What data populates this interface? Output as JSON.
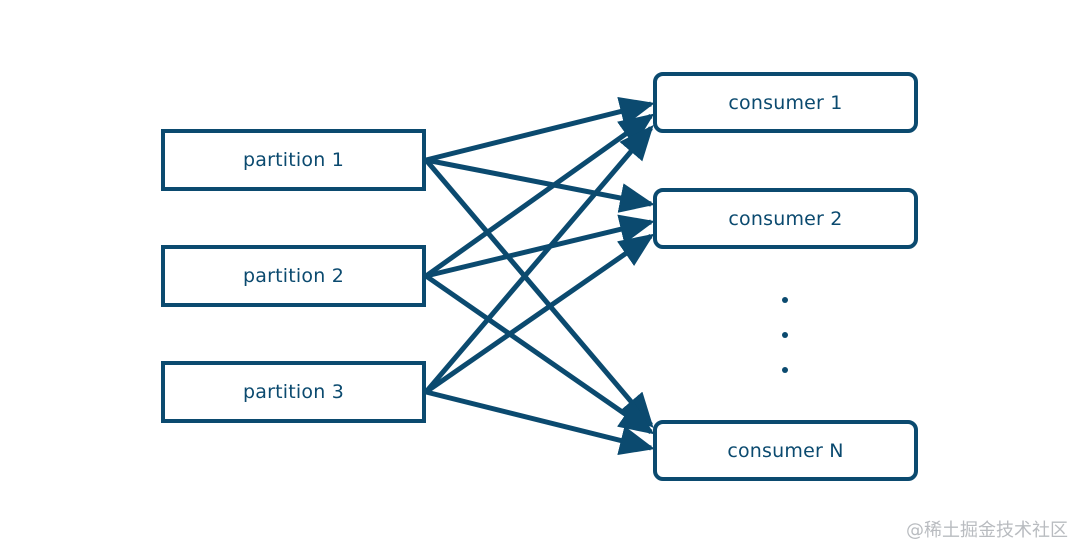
{
  "partitions": [
    {
      "label": "partition 1"
    },
    {
      "label": "partition 2"
    },
    {
      "label": "partition 3"
    }
  ],
  "consumers": [
    {
      "label": "consumer 1"
    },
    {
      "label": "consumer 2"
    },
    {
      "label": "consumer N"
    }
  ],
  "colors": {
    "stroke": "#0b4a6f",
    "watermark": "#b9bcc0"
  },
  "watermark": "@稀土掘金技术社区"
}
